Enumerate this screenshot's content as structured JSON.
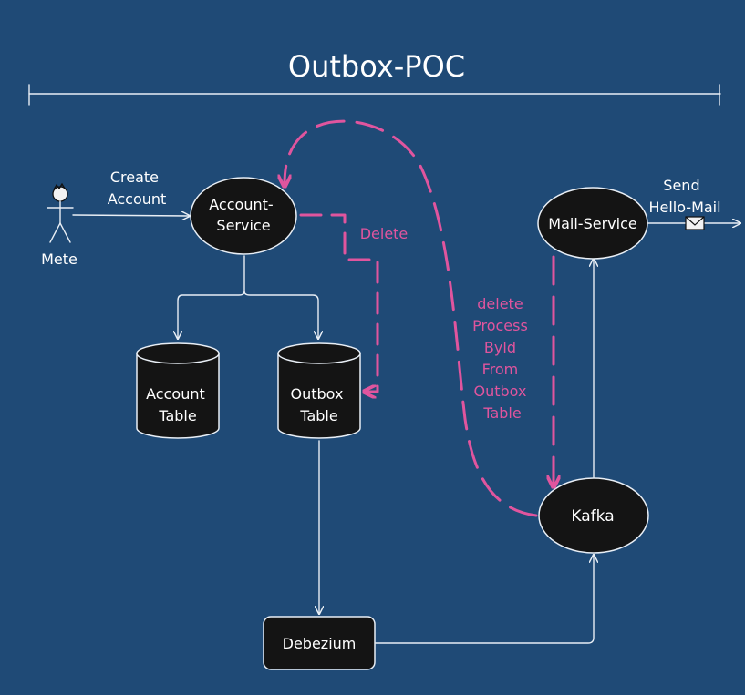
{
  "title": "Outbox-POC",
  "actor": {
    "name": "Mete"
  },
  "edges": {
    "create_account": [
      "Create",
      "Account"
    ],
    "send_mail": [
      "Send",
      "Hello-Mail"
    ],
    "delete": "Delete",
    "delete_process": [
      "delete",
      "Process",
      "Byld",
      "From",
      "Outbox",
      "Table"
    ]
  },
  "nodes": {
    "account_service": [
      "Account-",
      "Service"
    ],
    "mail_service": "Mail-Service",
    "account_table": [
      "Account",
      "Table"
    ],
    "outbox_table": [
      "Outbox",
      "Table"
    ],
    "kafka": "Kafka",
    "debezium": "Debezium"
  },
  "icons": {
    "mail": "envelope-icon",
    "actor": "stick-figure-icon"
  },
  "colors": {
    "background": "#1f4a76",
    "accent": "#e0559e",
    "node": "#141414",
    "line": "#e8eef5"
  }
}
